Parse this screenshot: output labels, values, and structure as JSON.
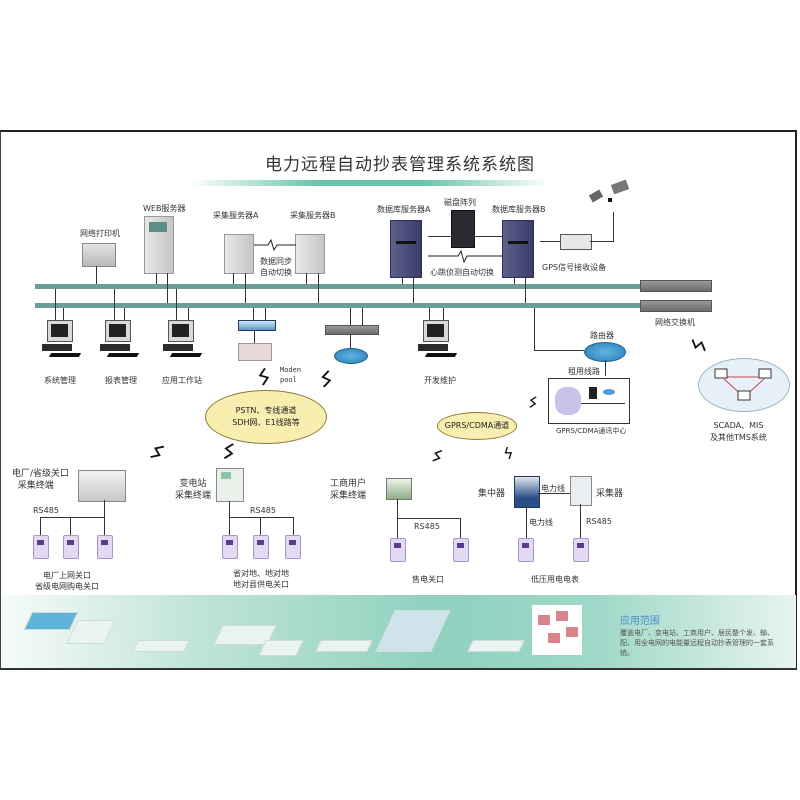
{
  "title": "电力远程自动抄表管理系统系统图",
  "colors": {
    "bus": "#6c9c97",
    "cloud": "#f8eeb0",
    "meter": "#e4d9f3",
    "band_accent": "#8fd1be",
    "scope_title": "#4a8ec9"
  },
  "top_devices": {
    "printer": "网络打印机",
    "web_server": "WEB服务器",
    "collect_server_a": "采集服务器A",
    "collect_server_b": "采集服务器B",
    "sync_note_1": "数据同步",
    "sync_note_2": "自动切换",
    "db_server_a": "数据库服务器A",
    "disk_array": "磁盘阵列",
    "db_server_b": "数据库服务器B",
    "heartbeat": "心跳侦测自动切换",
    "gps": "GPS信号接收设备",
    "switch": "网络交换机"
  },
  "workstations": {
    "sys_mgmt": "系统管理",
    "report_mgmt": "报表管理",
    "app_ws": "应用工作站",
    "dev_maint": "开发维护",
    "modem_1": "Moden",
    "modem_2": "pool"
  },
  "network": {
    "router": "路由器",
    "leased_line": "租用线路",
    "gprs_center": "GPRS/CDMA通讯中心",
    "pstn_1": "PSTN、专线通道",
    "pstn_2": "SDH网、E1线路等",
    "gprs_cloud": "GPRS/CDMA通道",
    "scada_1": "SCADA、MIS",
    "scada_2": "及其他TMS系统"
  },
  "terminals": {
    "plant_1": "电厂/省级关口",
    "plant_2": "采集终端",
    "plant_rs485": "RS485",
    "plant_meters_1": "电厂上网关口",
    "plant_meters_2": "省级电网购电关口",
    "sub_1": "变电站",
    "sub_2": "采集终端",
    "sub_rs485": "RS485",
    "sub_meters_1": "省对地、地对地",
    "sub_meters_2": "地对县供电关口",
    "ci_1": "工商用户",
    "ci_2": "采集终端",
    "ci_rs485": "RS485",
    "ci_meters": "售电关口",
    "concentrator": "集中器",
    "powerline_h": "电力线",
    "collector": "采集器",
    "powerline_v": "电力线",
    "collector_rs485": "RS485",
    "lv_meters": "低压用电电表"
  },
  "scope": {
    "title": "应用范围",
    "text": "覆盖电厂、变电站、工商用户、居民整个发、输、配、用全电网的电能量远程自动抄表管理的一套系统。"
  }
}
